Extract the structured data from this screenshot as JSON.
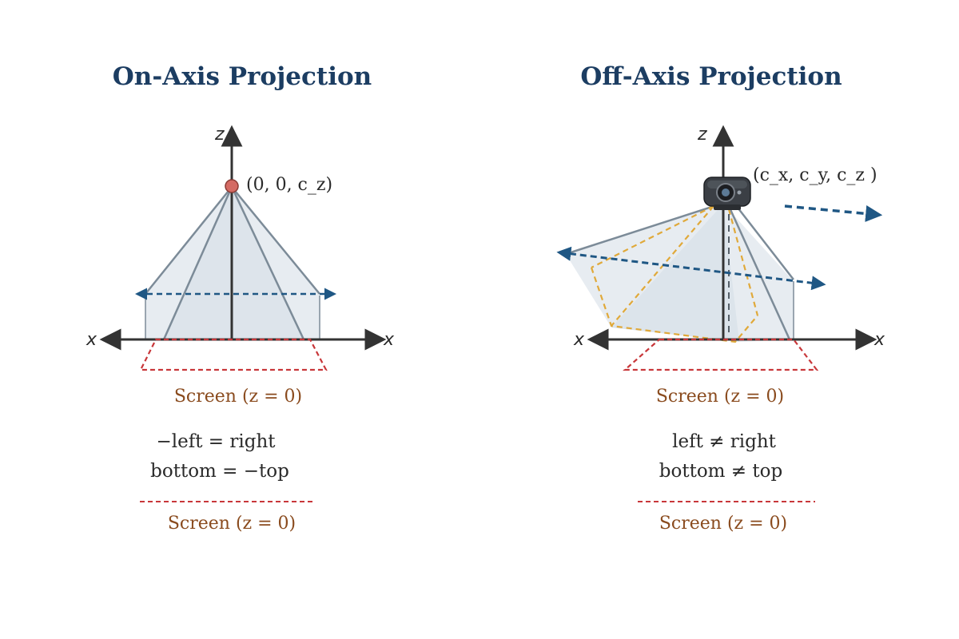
{
  "left_panel": {
    "title": "On-Axis Projection",
    "axis_z": "z",
    "axis_x_left": "x",
    "axis_x_right": "x",
    "eye_label": "(0, 0, c_z)",
    "screen_label": "Screen (z = 0)",
    "equation_1": "−left = right",
    "equation_2": "bottom = −top",
    "legend_label": "Screen (z = 0)"
  },
  "right_panel": {
    "title": "Off-Axis Projection",
    "axis_z": "z",
    "axis_x_left": "x",
    "axis_x_right": "x",
    "eye_label": "(c_x, c_y, c_z )",
    "screen_label": "Screen (z = 0)",
    "equation_1": "left ≠ right",
    "equation_2": "bottom ≠ top",
    "legend_label": "Screen (z = 0)"
  },
  "colors": {
    "title": "#1c3d62",
    "axis": "#333333",
    "frustum_fill": "#e3e9ee",
    "frustum_edge": "#7c8b98",
    "eye_dot": "#d46a63",
    "screen_dash": "#c8373a",
    "screen_label": "#8a4b1e",
    "blue_arrow": "#1f5784",
    "yellow_dash": "#e0a93a",
    "camera_body": "#3b3f45"
  },
  "icons": {
    "camera": "webcam-icon",
    "eye_point": "eye-point-icon"
  }
}
